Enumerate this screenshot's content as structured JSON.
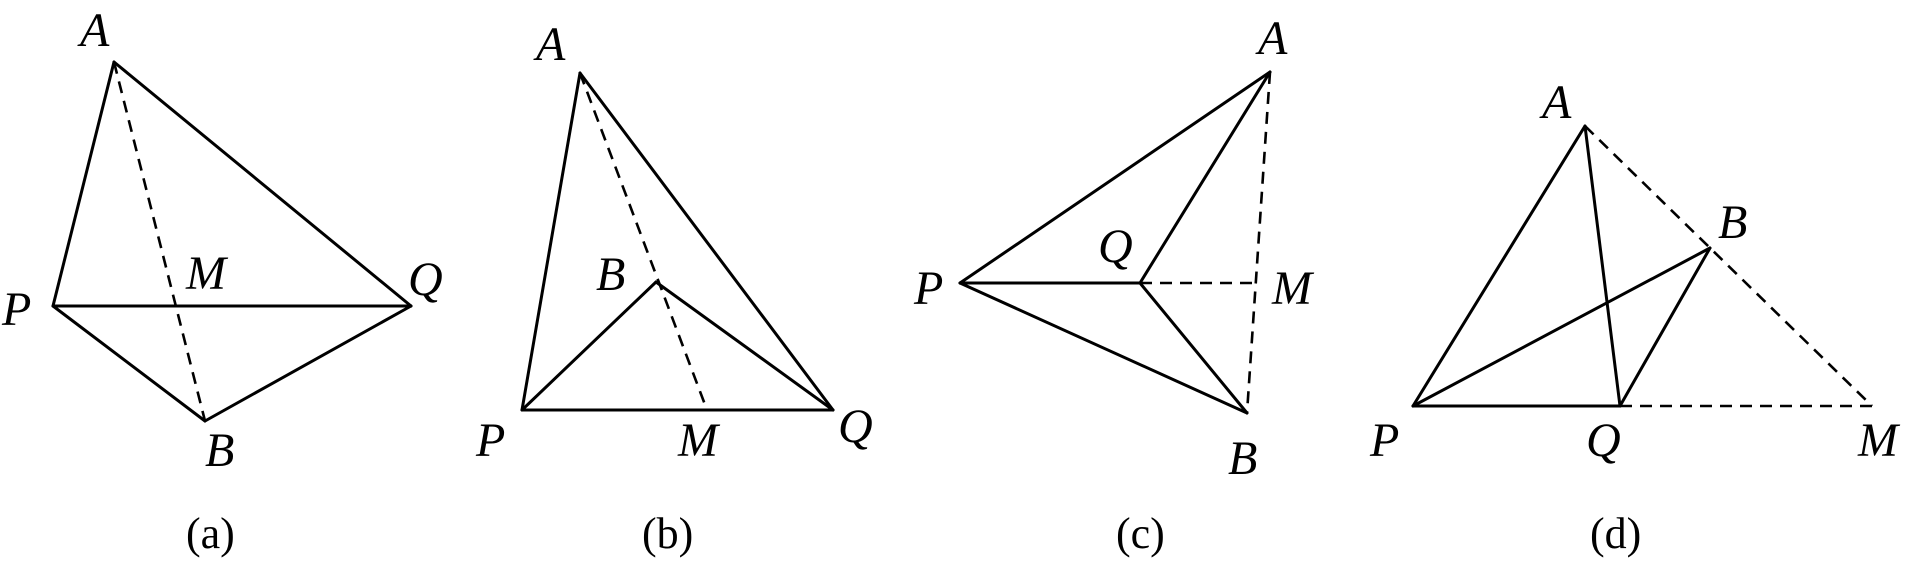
{
  "panels": [
    {
      "caption": "(a)",
      "points": {
        "A": "A",
        "P": "P",
        "M": "M",
        "Q": "Q",
        "B": "B"
      }
    },
    {
      "caption": "(b)",
      "points": {
        "A": "A",
        "B": "B",
        "P": "P",
        "M": "M",
        "Q": "Q"
      }
    },
    {
      "caption": "(c)",
      "points": {
        "A": "A",
        "Q": "Q",
        "P": "P",
        "M": "M",
        "B": "B"
      }
    },
    {
      "caption": "(d)",
      "points": {
        "A": "A",
        "B": "B",
        "P": "P",
        "Q": "Q",
        "M": "M"
      }
    }
  ]
}
